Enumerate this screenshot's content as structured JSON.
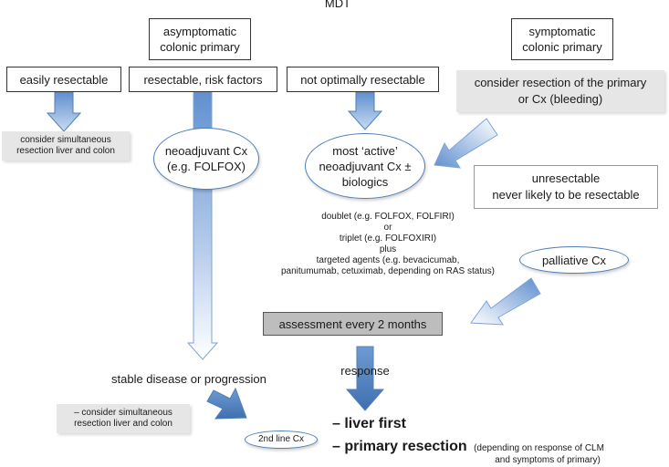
{
  "title": "MDT",
  "nodes": {
    "asymptomatic": "asymptomatic\ncolonic primary",
    "symptomatic": "symptomatic\ncolonic primary",
    "easily_resectable": "easily resectable",
    "resectable_risk": "resectable, risk factors",
    "not_optimal": "not optimally resectable",
    "consider_resection_primary": "consider resection of the primary\nor Cx (bleeding)",
    "consider_simultaneous_1": "consider simultaneous\nresection liver and colon",
    "neoadjuvant": "neoadjuvant Cx\n(e.g. FOLFOX)",
    "most_active": "most ‘active’\nneoadjuvant Cx ±\nbiologics",
    "unresectable": "unresectable\nnever likely to be resectable",
    "regimen_text": "doublet (e.g. FOLFOX, FOLFIRI)\nor\ntriplet (e.g. FOLFOXIRI)\nplus\ntargeted agents (e.g. bevacicumab,\npanitumumab, cetuximab, depending on RAS status)",
    "palliative": "palliative Cx",
    "assessment": "assessment every 2 months",
    "stable_disease": "stable disease or progression",
    "response": "response",
    "consider_simultaneous_2": "– consider simultaneous\nresection liver and colon",
    "second_line": "2nd line Cx",
    "liver_first": "– liver first",
    "primary_resection": "– primary resection",
    "primary_resection_note": "(depending on response of CLM",
    "primary_resection_note2": "and symptoms of primary)"
  },
  "colors": {
    "arrow_blue": "#6f9bd1",
    "oval_border": "#4f7fb8",
    "shaded_box": "#e6e6e6",
    "assessment_box": "#bdbdbd"
  }
}
